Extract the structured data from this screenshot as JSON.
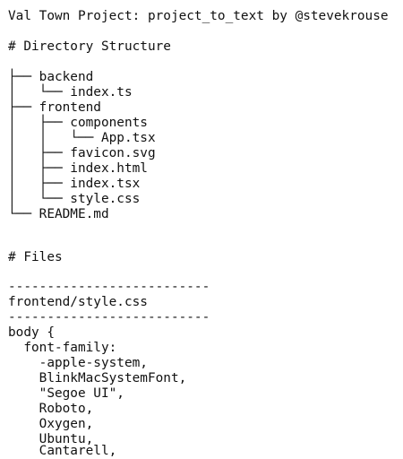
{
  "document": {
    "lines": [
      "Val Town Project: project_to_text by @stevekrouse",
      "",
      "# Directory Structure",
      "",
      "├── backend",
      "│   └── index.ts",
      "├── frontend",
      "│   ├── components",
      "│   │   └── App.tsx",
      "│   ├── favicon.svg",
      "│   ├── index.html",
      "│   ├── index.tsx",
      "│   └── style.css",
      "└── README.md",
      "",
      "",
      "# Files",
      "",
      "--------------------------",
      "frontend/style.css",
      "--------------------------",
      "body {",
      "  font-family:",
      "    -apple-system,",
      "    BlinkMacSystemFont,",
      "    \"Segoe UI\",",
      "    Roboto,",
      "    Oxygen,",
      "    Ubuntu,",
      "    Cantarell,"
    ]
  }
}
